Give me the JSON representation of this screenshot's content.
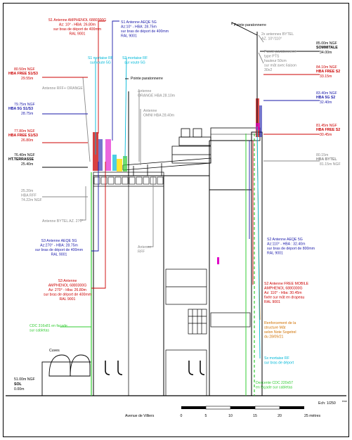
{
  "labels": {
    "s1_amphenol": [
      "S1 Antenne AMPHENOL 6880300G",
      "Az: 10° - HBA: 26.80m",
      "sur bras de déport de 400mm",
      "RAL 9001"
    ],
    "s1_aeqe": [
      "S1 Antenne AEQE 5G",
      "Az:10° - HBA: 28.75m",
      "sur bras de déport de 400mm",
      "RAL 9001"
    ],
    "s1_mortaise": [
      "S1 mortaise RF",
      "sur voute 5G"
    ],
    "s2_mortaise_top": [
      "S2 mortaise RF",
      "sur voute 5G"
    ],
    "antenne_rff_orange": "Antenne RFF+ ORANGE",
    "pointe_left": "Pointe paratonnerre",
    "antenne_orange_hba": "Antenne ORANGE HBA 28.10m",
    "antenne_omni": "Antenne OMNI HBA 28.40m",
    "pointe_top": "Pointe paratonnerre",
    "bytel_top": [
      "2x antennes BYTEL",
      "AZ. 10°/110°"
    ],
    "pointe_right": [
      "Pointe paratonnerre",
      "type PTS",
      "hauteur 50cm",
      "sur mât avec liaison",
      "30x2"
    ],
    "ngf_left": [
      {
        "v": "80.50m NGF",
        "sub": "HBA FREE S1/S3",
        "sub2": "29.55m",
        "color": "#cc0000"
      },
      {
        "v": "79.75m NGF",
        "sub": "HBA 5G S1/S3",
        "sub2": "28.75m",
        "color": "#1a1aaa"
      },
      {
        "v": "77.80m NGF",
        "sub": "HBA FREE S1/S3",
        "sub2": "26.80m",
        "color": "#cc0000"
      },
      {
        "v": "76.40m NGF",
        "sub": "HT.TERRASSE",
        "sub2": "25.40m",
        "color": "#000000"
      }
    ],
    "ngf_rff": [
      "25.20m",
      "HBA RFF",
      "74.22m NGF"
    ],
    "bytel_270": "Antenne BYTEL AZ. 270°",
    "s3_aeqe": [
      "S3 Antenne AEQE 5G",
      "Az:270° - HBA: 28.75m",
      "sur bras de déport de 400mm",
      "RAL 9001"
    ],
    "antenne_rff": [
      "Antenne",
      "RFF"
    ],
    "s3_amphenol": [
      "S3 Antenne",
      "AMPHENOL 6880300G",
      "Az: 270° - Hba: 26.80m",
      "sur bras de déport de 400mm",
      "RAL 9001"
    ],
    "cdc_left": [
      "CDC 316x81 en façade",
      "sur cabletas"
    ],
    "cuves": "Cuves",
    "sol": [
      "51.00m NGF",
      "SOL",
      "0.00m"
    ],
    "ngf_right": [
      {
        "v": "85.00m NGF",
        "sub": "SOMMITALE",
        "sub2": "34.00m",
        "color": "#000000"
      },
      {
        "v": "84.10m NGF",
        "sub": "HBA FREE S2",
        "sub2": "33.15m",
        "color": "#cc0000"
      },
      {
        "v": "83.40m NGF",
        "sub": "HBA 5G S2",
        "sub2": "32.40m",
        "color": "#1a1aaa"
      },
      {
        "v": "81.45m NGF",
        "sub": "HBA FREE S2",
        "sub2": "30.45m",
        "color": "#cc0000"
      },
      {
        "v": "80.15m",
        "sub": "HBA BYTEL",
        "sub2": "81.15m NGF",
        "color": "#888888"
      }
    ],
    "s2_aeqe": [
      "S2 Antenne AEQE 5G",
      "Az:110° - HBA : 32.40m",
      "sur bras de déport de 800mm",
      "RAL 9001"
    ],
    "s2_free": [
      "S2 Antenne FREE MOBILE",
      "AMPHENOL 6880300G",
      "Az: 110° - Hba: 30.45m",
      "fixée sur mât en drapeau",
      "RAL 9001"
    ],
    "renforcement": [
      "Renforcement de la",
      "structure Mât",
      "selon Note Sogetrel",
      "du 28/09/21"
    ],
    "s2_mortaise_bottom": [
      "Sx mortaise RF",
      "sur bras de déport"
    ],
    "descente": [
      "Descente CDC 220x57",
      "en façade sur cabletas"
    ],
    "street": "Avenue de Villiers",
    "scale": {
      "ech": "Ech: 1/250",
      "ech_sup": "ème",
      "ticks": [
        "0",
        "5",
        "10",
        "15",
        "20",
        "25 mètres"
      ]
    }
  },
  "colors": {
    "red": "#cc0000",
    "blue": "#1a1aaa",
    "cyan": "#00b8d8",
    "green": "#33cc33",
    "gray": "#888888",
    "orange": "#d07000",
    "magenta": "#e000c8"
  }
}
